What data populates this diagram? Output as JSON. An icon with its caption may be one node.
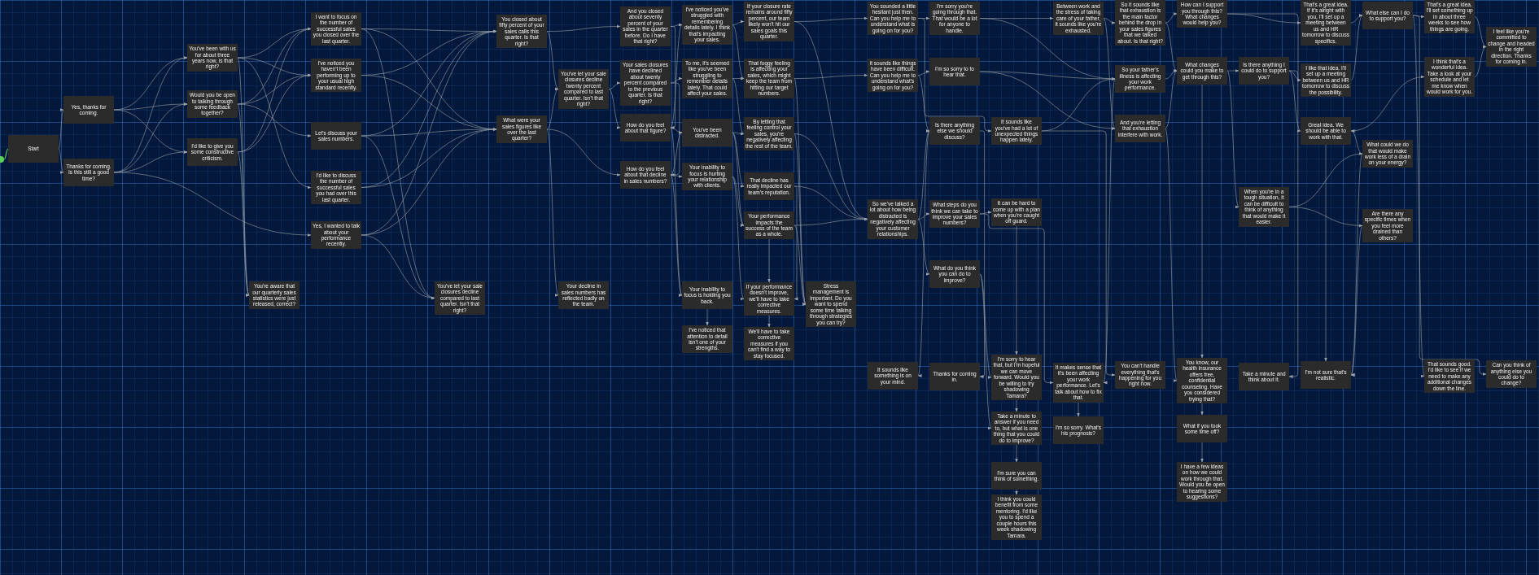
{
  "diagram": {
    "nodes": [
      {
        "text": [
          "Start"
        ]
      },
      {
        "text": [
          "Yes, thanks for coming."
        ]
      },
      {
        "text": [
          "Thanks for coming. Is this still a good time?"
        ]
      },
      {
        "text": [
          "You've been with us for about three years now, is that right?"
        ]
      },
      {
        "text": [
          "Would you be open to talking through some feedback together?"
        ]
      },
      {
        "text": [
          "I'd like to give you some constructive criticism."
        ]
      },
      {
        "text": [
          "I want to focus on the number of successful sales you closed over the last quarter."
        ]
      },
      {
        "text": [
          "I've noticed you haven't been performing up to your usual high standard recently."
        ]
      },
      {
        "text": [
          "Let's discuss your sales numbers."
        ]
      },
      {
        "text": [
          "I'd like to discuss the number of successful sales you had over this last quarter."
        ]
      },
      {
        "text": [
          "Yes, I wanted to talk about your performance recently."
        ]
      },
      {
        "text": [
          "You're aware that our quarterly sales statistics were just released, correct?"
        ]
      },
      {
        "text": [
          "You've let your sale closures decline compared to last quarter. Isn't that right?"
        ]
      },
      {
        "text": [
          "You closed about fifty percent of your sales calls this quarter. Is that right?"
        ]
      },
      {
        "text": [
          "What were your sales figures like over the last quarter?"
        ]
      },
      {
        "text": [
          "You've let your sale closures decline twenty percent compared to last quarter. Isn't that right?"
        ]
      },
      {
        "text": [
          "And you closed about seventy percent of your sales in the quarter before. Do I have that right?"
        ]
      },
      {
        "text": [
          "Your sales closures have declined about twenty percent compared to the previous quarter. Is that right?"
        ]
      },
      {
        "text": [
          "How do you feel about that figure?"
        ]
      },
      {
        "text": [
          "How do you feel about that decline in sales numbers?"
        ]
      },
      {
        "text": [
          "Your decline in sales numbers has reflected badly on the team."
        ]
      },
      {
        "text": [
          "I've noticed you've struggled with remembering details lately. I think that's impacting your sales."
        ]
      },
      {
        "text": [
          "To me, it's seemed like you've been struggling to remember details lately. That could affect your sales."
        ]
      },
      {
        "text": [
          "You've been distracted."
        ]
      },
      {
        "text": [
          "Your inability to focus is hurting your relationship with clients."
        ]
      },
      {
        "text": [
          "Your inability to focus is holding you back."
        ]
      },
      {
        "text": [
          "I've noticed that attention to detail isn't one of your strengths."
        ]
      },
      {
        "text": [
          "If your closure rate remains around fifty percent, our team likely won't hit our sales goals this quarter."
        ]
      },
      {
        "text": [
          "That foggy feeling is affecting your sales, which might keep the team from hitting our target numbers."
        ]
      },
      {
        "text": [
          "By letting that feeling control your sales, you're negatively affecting the rest of the team."
        ]
      },
      {
        "text": [
          "That decline has really impacted our team's reputation."
        ]
      },
      {
        "text": [
          "Your performance impacts the success of the team as a whole."
        ]
      },
      {
        "text": [
          "If your performance doesn't improve, we'll have to take corrective measures."
        ]
      },
      {
        "text": [
          "We'll have to take corrective measures if you can't find a way to stay focused."
        ]
      },
      {
        "text": [
          "Stress management is important. Do you want to spend some time talking through strategies you can try?"
        ]
      },
      {
        "text": [
          "You sounded a little hesitant just then. Can you help me to understand what is going on for you?"
        ]
      },
      {
        "text": [
          "It sounds like things have been difficult. Can you help me to understand what's going on for you?"
        ]
      },
      {
        "text": [
          "So we've talked a lot about how being distracted is negatively affecting your customer relationships."
        ]
      },
      {
        "text": [
          "I'm sorry you're going through that. That would be a lot for anyone to handle."
        ]
      },
      {
        "text": [
          "I'm so sorry to to hear that."
        ]
      },
      {
        "text": [
          "Is there anything else we should discuss?"
        ]
      },
      {
        "text": [
          "What steps do you think we can take to improve your sales numbers?"
        ]
      },
      {
        "text": [
          "What do you think you can do to improve?"
        ]
      },
      {
        "text": [
          "It sounds like something is on your mind."
        ]
      },
      {
        "text": [
          "Thanks for coming in."
        ]
      },
      {
        "text": [
          "Between work and the stress of taking care of your father, it sounds like you're exhausted."
        ]
      },
      {
        "text": [
          "So it sounds like that exhaustion is the main factor behind the drop in your sales figures that we talked about. Is that right?"
        ]
      },
      {
        "text": [
          "How can I support you through this? What changes would help you?"
        ]
      },
      {
        "text": [
          "That's a great idea. If it's alright with you, I'll set up a meeting between us and HR tomorrow to discuss specifics."
        ]
      },
      {
        "text": [
          "What else can I do to support you?"
        ]
      },
      {
        "text": [
          "That's a great idea. I'll set something up in about three weeks to see how things are going."
        ]
      },
      {
        "text": [
          "I feel like you're committed to change and headed in the right direction. Thanks for coming in."
        ]
      },
      {
        "text": [
          "It sounds like you've had a lot of unexpected things happen lately."
        ]
      },
      {
        "text": [
          "So your father's illness is affecting your work performance."
        ]
      },
      {
        "text": [
          "And you're letting that exhaustion interfere with work."
        ]
      },
      {
        "text": [
          "What changes could you make to get through this?"
        ]
      },
      {
        "text": [
          "Is there anything I could do to support you?"
        ]
      },
      {
        "text": [
          "I like that idea. I'll set up a meeting between us and HR tomorrow to discuss the possibility."
        ]
      },
      {
        "text": [
          "Great idea. We should be able to work with that."
        ]
      },
      {
        "text": [
          "I think that's a wonderful idea. Take a look at your schedule and let me know when would work for you."
        ]
      },
      {
        "text": [
          "What could we do that would make work less of a drain on your energy?"
        ]
      },
      {
        "text": [
          "When you're in a tough situation, it can be difficult to think of anything that would make it easier."
        ]
      },
      {
        "text": [
          "Are there any specific times when you feel more drained than others?"
        ]
      },
      {
        "text": [
          "It can be hard to come up with a plan when you're caught off guard."
        ]
      },
      {
        "text": [
          "I'm sorry to hear that, but I'm hopeful we can move forward. Would you be willing to try shadowing Tamara?"
        ]
      },
      {
        "text": [
          "It makes sense that it's been affecting your work performance. Let's talk about how to fix that."
        ]
      },
      {
        "text": [
          "You can't handle everything that's happening for you right now."
        ]
      },
      {
        "text": [
          "You know, our health insurance offers free, confidential counseling. Have you considered trying that?"
        ]
      },
      {
        "text": [
          "Take a minute and think about it."
        ]
      },
      {
        "text": [
          "I'm not sure that's realistic."
        ]
      },
      {
        "text": [
          "That sounds good. I'd like to see if we need to make any additional changes down the line."
        ]
      },
      {
        "text": [
          "Can you think of anything else you could do to change?"
        ]
      },
      {
        "text": [
          "Take a minute to answer if you need to, but what is one thing that you could do to improve?"
        ]
      },
      {
        "text": [
          "I'm so sorry. What's his prognosis?"
        ]
      },
      {
        "text": [
          "What if you took some time off?"
        ]
      },
      {
        "text": [
          "I'm sure you can think of something."
        ]
      },
      {
        "text": [
          "I have a few ideas on how we could work through that. Would you be open to hearing some suggestions?"
        ]
      },
      {
        "text": [
          "I think you could benefit from some mentoring. I'd like you to spend a couple hours this week shadowing Tamara."
        ]
      },
      {
        "text": [],
        "shape": "circle"
      }
    ],
    "edges": [
      {
        "from": 78,
        "to": 0,
        "arrow": "none",
        "color": "#5ad35a"
      },
      {
        "from": 0,
        "to": 1,
        "arrow": "to"
      },
      {
        "from": 0,
        "to": 2,
        "arrow": "to"
      },
      {
        "from": 1,
        "to": 3,
        "arrow": "to"
      },
      {
        "from": 1,
        "to": 4,
        "arrow": "to"
      },
      {
        "from": 1,
        "to": 5,
        "arrow": "to"
      },
      {
        "from": 2,
        "to": 3,
        "arrow": "to"
      },
      {
        "from": 2,
        "to": 4,
        "arrow": "to"
      },
      {
        "from": 2,
        "to": 5,
        "arrow": "to"
      },
      {
        "from": 2,
        "to": 10,
        "arrow": "to"
      },
      {
        "from": 3,
        "to": 6,
        "arrow": "to"
      },
      {
        "from": 3,
        "to": 7,
        "arrow": "to"
      },
      {
        "from": 3,
        "to": 9,
        "arrow": "to"
      },
      {
        "from": 3,
        "to": 11,
        "arrow": "to"
      },
      {
        "from": 4,
        "to": 6,
        "arrow": "to"
      },
      {
        "from": 4,
        "to": 7,
        "arrow": "to"
      },
      {
        "from": 4,
        "to": 8,
        "arrow": "to"
      },
      {
        "from": 4,
        "to": 11,
        "arrow": "to"
      },
      {
        "from": 5,
        "to": 6,
        "arrow": "to"
      },
      {
        "from": 5,
        "to": 7,
        "arrow": "to"
      },
      {
        "from": 5,
        "to": 11,
        "arrow": "to"
      },
      {
        "from": 6,
        "to": 13,
        "arrow": "to"
      },
      {
        "from": 6,
        "to": 14,
        "arrow": "to"
      },
      {
        "from": 6,
        "to": 12,
        "arrow": "to"
      },
      {
        "from": 7,
        "to": 13,
        "arrow": "to"
      },
      {
        "from": 7,
        "to": 14,
        "arrow": "to"
      },
      {
        "from": 8,
        "to": 13,
        "arrow": "to"
      },
      {
        "from": 8,
        "to": 14,
        "arrow": "to"
      },
      {
        "from": 8,
        "to": 12,
        "arrow": "to"
      },
      {
        "from": 9,
        "to": 13,
        "arrow": "to"
      },
      {
        "from": 9,
        "to": 14,
        "arrow": "to"
      },
      {
        "from": 10,
        "to": 13,
        "arrow": "to"
      },
      {
        "from": 10,
        "to": 14,
        "arrow": "to"
      },
      {
        "from": 10,
        "to": 12,
        "arrow": "to"
      },
      {
        "from": 13,
        "to": 16,
        "arrow": "to"
      },
      {
        "from": 13,
        "to": 15,
        "arrow": "to"
      },
      {
        "from": 14,
        "to": 15,
        "arrow": "to"
      },
      {
        "from": 14,
        "to": 19,
        "arrow": "to"
      },
      {
        "from": 14,
        "to": 20,
        "arrow": "to"
      },
      {
        "from": 15,
        "to": 17,
        "arrow": "to"
      },
      {
        "from": 15,
        "to": 18,
        "arrow": "to"
      },
      {
        "from": 16,
        "to": 18,
        "arrow": "to"
      },
      {
        "from": 16,
        "to": 21,
        "arrow": "to"
      },
      {
        "from": 17,
        "to": 19,
        "arrow": "to"
      },
      {
        "from": 17,
        "to": 22,
        "arrow": "to"
      },
      {
        "from": 18,
        "to": 21,
        "arrow": "to"
      },
      {
        "from": 18,
        "to": 23,
        "arrow": "to"
      },
      {
        "from": 18,
        "to": 25,
        "arrow": "to"
      },
      {
        "from": 19,
        "to": 23,
        "arrow": "to"
      },
      {
        "from": 19,
        "to": 24,
        "arrow": "to"
      },
      {
        "from": 19,
        "to": 25,
        "arrow": "to"
      },
      {
        "from": 21,
        "to": 27,
        "arrow": "to"
      },
      {
        "from": 21,
        "to": 28,
        "arrow": "to"
      },
      {
        "from": 22,
        "to": 28,
        "arrow": "to"
      },
      {
        "from": 22,
        "to": 29,
        "arrow": "to"
      },
      {
        "from": 23,
        "to": 29,
        "arrow": "to"
      },
      {
        "from": 23,
        "to": 30,
        "arrow": "to"
      },
      {
        "from": 23,
        "to": 31,
        "arrow": "to"
      },
      {
        "from": 24,
        "to": 31,
        "arrow": "to"
      },
      {
        "from": 24,
        "to": 32,
        "arrow": "to"
      },
      {
        "from": 25,
        "to": 26,
        "arrow": "to"
      },
      {
        "from": 27,
        "to": 35,
        "arrow": "to"
      },
      {
        "from": 27,
        "to": 37,
        "arrow": "to"
      },
      {
        "from": 28,
        "to": 36,
        "arrow": "to"
      },
      {
        "from": 28,
        "to": 34,
        "arrow": "to"
      },
      {
        "from": 29,
        "to": 37,
        "arrow": "to"
      },
      {
        "from": 29,
        "to": 34,
        "arrow": "to"
      },
      {
        "from": 30,
        "to": 37,
        "arrow": "to"
      },
      {
        "from": 30,
        "to": 32,
        "arrow": "to"
      },
      {
        "from": 31,
        "to": 37,
        "arrow": "to"
      },
      {
        "from": 31,
        "to": 32,
        "arrow": "to"
      },
      {
        "from": 31,
        "to": 34,
        "arrow": "to"
      },
      {
        "from": 32,
        "to": 33,
        "arrow": "to"
      },
      {
        "from": 35,
        "to": 38,
        "arrow": "to"
      },
      {
        "from": 35,
        "to": 52,
        "arrow": "to"
      },
      {
        "from": 36,
        "to": 39,
        "arrow": "to"
      },
      {
        "from": 36,
        "to": 40,
        "arrow": "to"
      },
      {
        "from": 37,
        "to": 41,
        "arrow": "to"
      },
      {
        "from": 37,
        "to": 42,
        "arrow": "to"
      },
      {
        "from": 37,
        "to": 40,
        "arrow": "to"
      },
      {
        "from": 38,
        "to": 45,
        "arrow": "to"
      },
      {
        "from": 38,
        "to": 53,
        "arrow": "to"
      },
      {
        "from": 39,
        "to": 53,
        "arrow": "to"
      },
      {
        "from": 39,
        "to": 54,
        "arrow": "to"
      },
      {
        "from": 40,
        "to": 43,
        "arrow": "to"
      },
      {
        "from": 40,
        "to": 44,
        "arrow": "to"
      },
      {
        "from": 41,
        "to": 63,
        "arrow": "to"
      },
      {
        "from": 41,
        "to": 65,
        "arrow": "to"
      },
      {
        "from": 42,
        "to": 64,
        "arrow": "to"
      },
      {
        "from": 42,
        "to": 72,
        "arrow": "to"
      },
      {
        "from": 45,
        "to": 46,
        "arrow": "to"
      },
      {
        "from": 45,
        "to": 54,
        "arrow": "to"
      },
      {
        "from": 46,
        "to": 47,
        "arrow": "to"
      },
      {
        "from": 46,
        "to": 55,
        "arrow": "to"
      },
      {
        "from": 52,
        "to": 53,
        "arrow": "to"
      },
      {
        "from": 52,
        "to": 66,
        "arrow": "to"
      },
      {
        "from": 53,
        "to": 55,
        "arrow": "to"
      },
      {
        "from": 53,
        "to": 65,
        "arrow": "to"
      },
      {
        "from": 54,
        "to": 55,
        "arrow": "to"
      },
      {
        "from": 54,
        "to": 67,
        "arrow": "to"
      },
      {
        "from": 55,
        "to": 56,
        "arrow": "to"
      },
      {
        "from": 55,
        "to": 61,
        "arrow": "to"
      },
      {
        "from": 55,
        "to": 67,
        "arrow": "to"
      },
      {
        "from": 47,
        "to": 48,
        "arrow": "to"
      },
      {
        "from": 47,
        "to": 57,
        "arrow": "to"
      },
      {
        "from": 56,
        "to": 57,
        "arrow": "to"
      },
      {
        "from": 56,
        "to": 58,
        "arrow": "to"
      },
      {
        "from": 56,
        "to": 68,
        "arrow": "to"
      },
      {
        "from": 48,
        "to": 49,
        "arrow": "to"
      },
      {
        "from": 57,
        "to": 49,
        "arrow": "to"
      },
      {
        "from": 58,
        "to": 59,
        "arrow": "to"
      },
      {
        "from": 58,
        "to": 69,
        "arrow": "to"
      },
      {
        "from": 49,
        "to": 50,
        "arrow": "to"
      },
      {
        "from": 49,
        "to": 70,
        "arrow": "to"
      },
      {
        "from": 49,
        "to": 71,
        "arrow": "to"
      },
      {
        "from": 50,
        "to": 51,
        "arrow": "to"
      },
      {
        "from": 59,
        "to": 51,
        "arrow": "to"
      },
      {
        "from": 60,
        "to": 58,
        "arrow": "to"
      },
      {
        "from": 60,
        "to": 69,
        "arrow": "to"
      },
      {
        "from": 61,
        "to": 60,
        "arrow": "to"
      },
      {
        "from": 61,
        "to": 62,
        "arrow": "to"
      },
      {
        "from": 62,
        "to": 69,
        "arrow": "to"
      },
      {
        "from": 63,
        "to": 64,
        "arrow": "to"
      },
      {
        "from": 64,
        "to": 72,
        "arrow": "to"
      },
      {
        "from": 72,
        "to": 75,
        "arrow": "to"
      },
      {
        "from": 75,
        "to": 77,
        "arrow": "to"
      },
      {
        "from": 65,
        "to": 73,
        "arrow": "to"
      },
      {
        "from": 67,
        "to": 74,
        "arrow": "to"
      },
      {
        "from": 74,
        "to": 76,
        "arrow": "to"
      }
    ]
  }
}
